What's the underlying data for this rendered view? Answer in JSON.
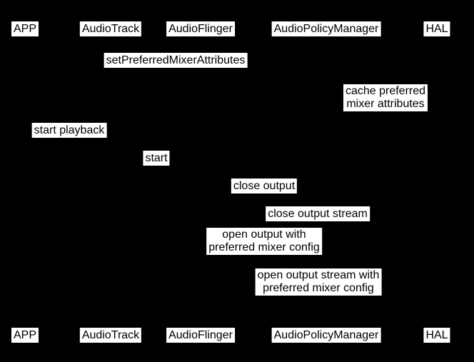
{
  "colors": {
    "background": "#000000",
    "label_background": "#ffffff",
    "label_text": "#000000"
  },
  "diagram": {
    "type": "sequence-diagram",
    "participants": [
      "APP",
      "AudioTrack",
      "AudioFlinger",
      "AudioPolicyManager",
      "HAL"
    ],
    "messages": [
      "setPreferredMixerAttributes",
      "cache preferred\nmixer attributes",
      "start playback",
      "start",
      "close output",
      "close output stream",
      "open output with\npreferred mixer config",
      "open output stream with\npreferred mixer config"
    ]
  }
}
